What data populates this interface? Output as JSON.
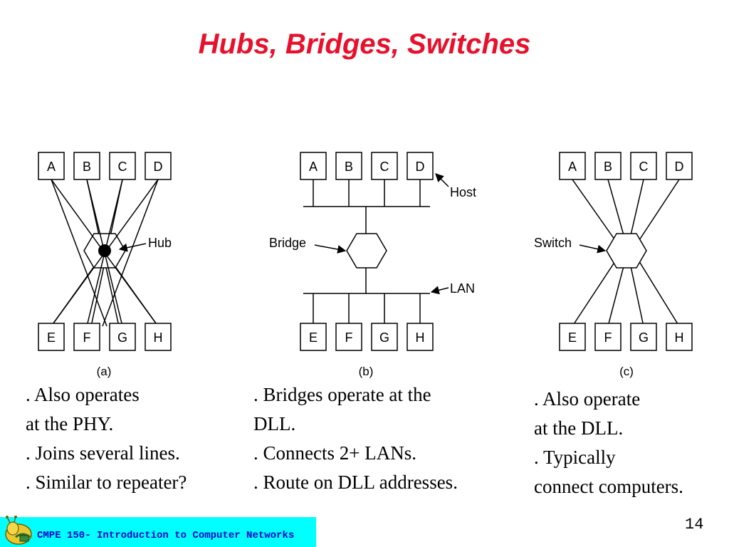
{
  "title": "Hubs, Bridges, Switches",
  "diagrams": {
    "a": {
      "caption": "(a)",
      "top_hosts": [
        "A",
        "B",
        "C",
        "D"
      ],
      "bottom_hosts": [
        "E",
        "F",
        "G",
        "H"
      ],
      "label": "Hub"
    },
    "b": {
      "caption": "(b)",
      "top_hosts": [
        "A",
        "B",
        "C",
        "D"
      ],
      "bottom_hosts": [
        "E",
        "F",
        "G",
        "H"
      ],
      "host_label": "Host",
      "bridge_label": "Bridge",
      "lan_label": "LAN"
    },
    "c": {
      "caption": "(c)",
      "top_hosts": [
        "A",
        "B",
        "C",
        "D"
      ],
      "bottom_hosts": [
        "E",
        "F",
        "G",
        "H"
      ],
      "label": "Switch"
    }
  },
  "notes": {
    "a": [
      ". Also operates",
      "at the PHY.",
      ". Joins several lines.",
      ". Similar to repeater?"
    ],
    "b": [
      ". Bridges operate at the",
      "DLL.",
      ". Connects 2+ LANs.",
      ". Route on DLL addresses."
    ],
    "c": [
      ". Also operate",
      "at the DLL.",
      ". Typically",
      "connect computers."
    ]
  },
  "footer": {
    "course": "CMPE 150- Introduction to Computer Networks",
    "page_number": "14",
    "logo_icon": "slug-mascot-icon"
  },
  "colors": {
    "title": "#e8102b",
    "footer_bar": "#00ffff",
    "footer_text": "#0000cc"
  }
}
